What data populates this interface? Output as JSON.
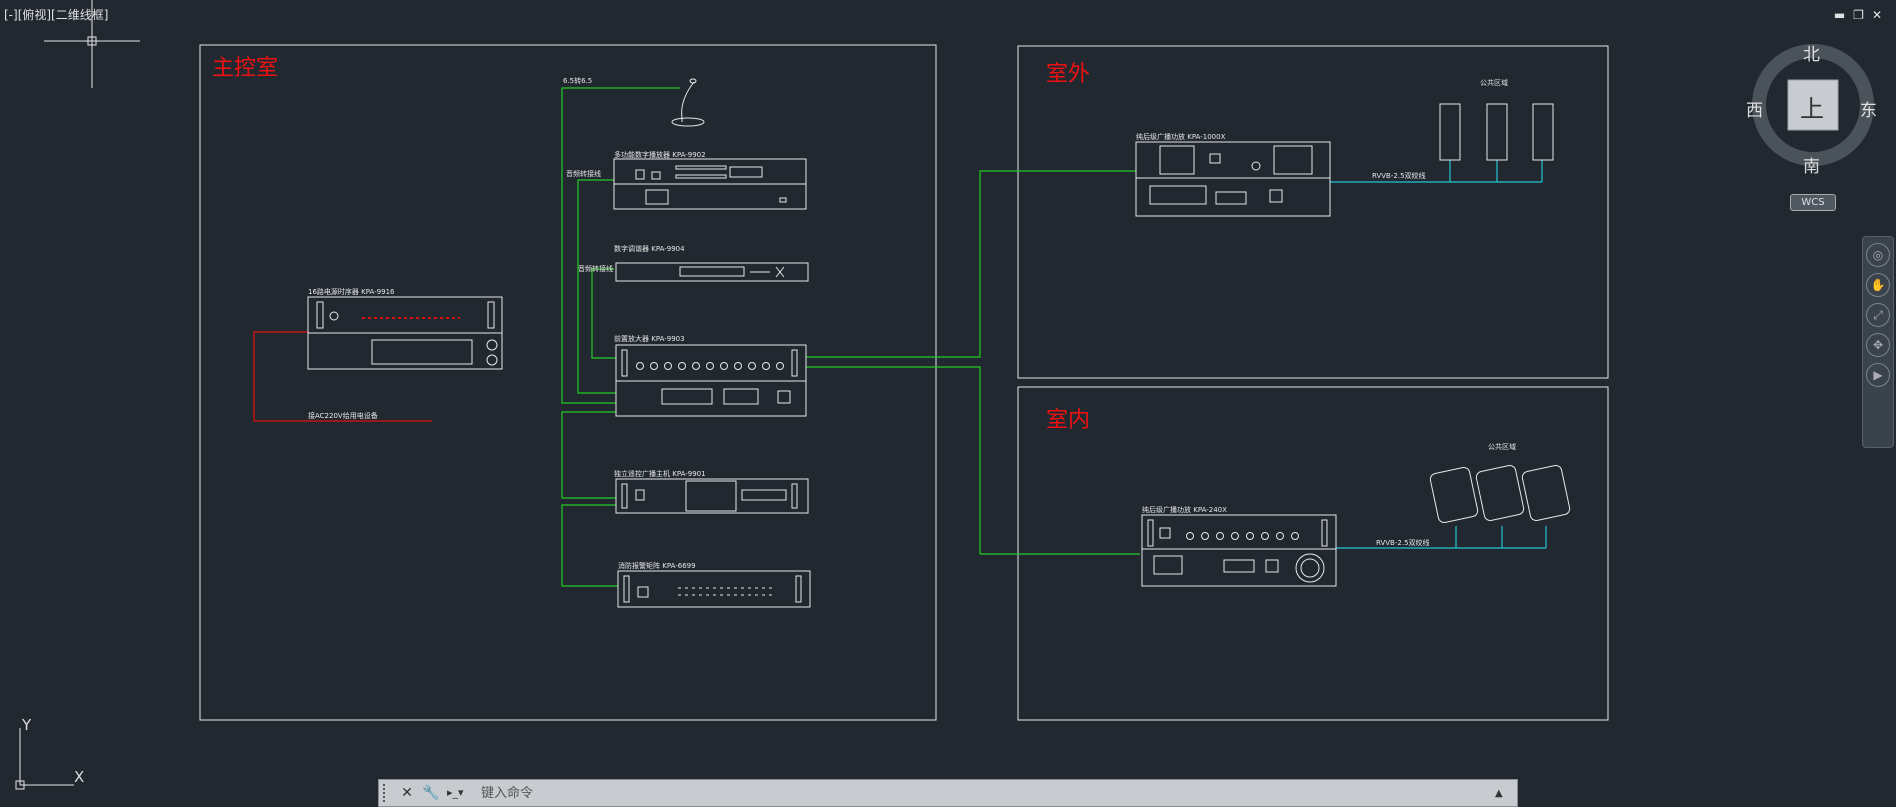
{
  "viewport": {
    "label": "[-][俯视][二维线框]",
    "window_controls": [
      "▬",
      "❐",
      "✕"
    ]
  },
  "rooms": {
    "main": "主控室",
    "outdoor": "室外",
    "indoor": "室内"
  },
  "devices": {
    "mic_cable": "6.5转6.5",
    "multi_player": "多功能数字播放器 KPA-9902",
    "tuner": "数字调谐器 KPA-9904",
    "preamp": "前置放大器 KPA-9903",
    "timer": "16路电源时序器 KPA-9916",
    "timer_note": "接AC220V给用电设备",
    "intercom": "独立遥控广播主机 KPA-9901",
    "matrix": "消防报警矩阵 KPA-6699",
    "amp_outdoor": "纯后级广播功放 KPA-1000X",
    "amp_indoor": "纯后级广播功放 KPA-240X",
    "audio_cable_1": "音频转接线",
    "audio_cable_2": "音频转接线",
    "speaker_cable_outdoor": "RVVB-2.5双绞线",
    "speaker_cable_indoor": "RVVB-2.5双绞线",
    "zone_outdoor": "公共区域",
    "zone_indoor": "公共区域"
  },
  "compass": {
    "north": "北",
    "south": "南",
    "west": "西",
    "east": "东",
    "center": "上",
    "wcs": "WCS"
  },
  "nav_icons": [
    "steering-wheel-icon",
    "pan-icon",
    "zoom-icon",
    "orbit-icon",
    "showmotion-icon"
  ],
  "command_line": {
    "placeholder": "键入命令",
    "close_icon": "✕",
    "settings_icon": "🔧",
    "prompt_icon": "▸_▾",
    "arrow_icon": "▲"
  },
  "ucs": {
    "x": "X",
    "y": "Y"
  },
  "colors": {
    "background": "#212830",
    "frame": "#e8e8e8",
    "title_red": "#e11111",
    "wire_green": "#22cc22",
    "wire_red": "#e01010",
    "wire_cyan": "#22c4d4"
  }
}
